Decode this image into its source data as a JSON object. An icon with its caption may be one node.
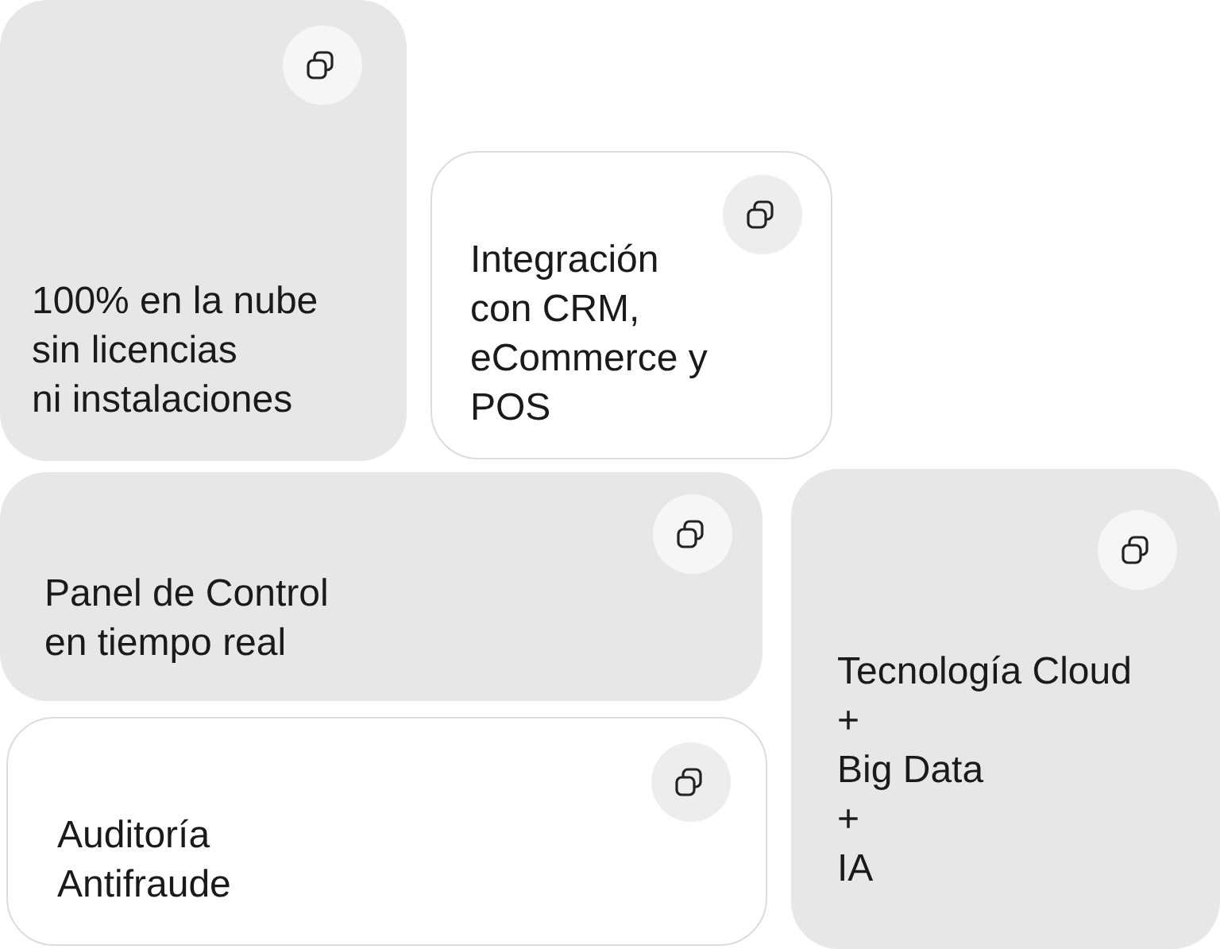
{
  "diagram": {
    "nodes": [
      {
        "text": [
          "100% en la nube sin licencias ni instalaciones"
        ]
      },
      {
        "text": [
          "Integración con CRM, eCommerce y POS"
        ]
      },
      {
        "text": [
          "Panel de Control en tiempo real"
        ]
      },
      {
        "text": [
          "Tecnología Cloud + Big Data + IA"
        ]
      },
      {
        "text": [
          "Auditoría Antifraude"
        ]
      }
    ]
  }
}
